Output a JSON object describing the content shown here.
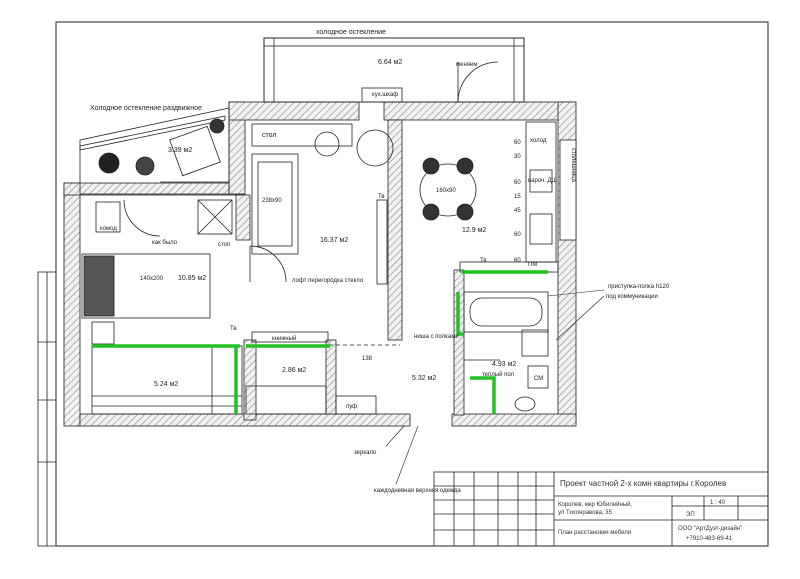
{
  "labels": {
    "cold_glazing": "холодное остекление",
    "cold_glazing_sliding": "Холодное остекление раздвижное",
    "balcony_area": "6.64 м2",
    "small_balcony_area": "3.39 м2",
    "menyaem": "меняем",
    "kuh_shkaf": "кух.шкаф",
    "stol": "стол",
    "komod": "комод",
    "kak_bylo": "как было",
    "stop": "стоп",
    "bed_size": "140х200",
    "bedroom_area": "10.85 м2",
    "sofa_size": "238х90",
    "living_area": "16.37 м2",
    "partition": "лофт перегородка стекло",
    "tv1": "Тв",
    "tv2": "Тв",
    "tv3": "Тв",
    "table_size": "160х90",
    "kitchen_area": "12.9 м2",
    "knizhny": "книжный",
    "closet_area": "2.86 м2",
    "loggia_area": "5.24 м2",
    "nisha": "ниша с полками",
    "dim_138": "138",
    "hall_area": "5.32 м2",
    "bath_area": "4.93 м2",
    "teply_pol": "теплый пол",
    "sm": "СМ",
    "pm": "ПМ",
    "puf": "пуф",
    "kholod": "холод",
    "varochn": "вароч. ДШ",
    "stoleshnitsa": "столешница",
    "prist_polka": "приступка-полка h120",
    "pod_kommunik": "под коммуникации",
    "zerkalo": "зеркало",
    "povsed": "каждодневная верхняя одежда",
    "dims_right": [
      "60",
      "30",
      "60",
      "15",
      "45",
      "60",
      "60"
    ]
  },
  "title_block": {
    "project": "Проект частной 2-х комн квартиры г.Королев",
    "address_line1": "Королев, мкр Юбилейный,",
    "address_line2": "ул Тихонравова, 35",
    "sheet_name": "План расстановки мебели",
    "scale": "1 : 40",
    "stage": "ЭП",
    "company": "ООО \"АртДуэт-дизайн\"",
    "phone": "+7910-483-69-41"
  },
  "colors": {
    "wall_hatch": "#bdbdbd",
    "line": "#222222",
    "accent_green": "#22c022"
  }
}
